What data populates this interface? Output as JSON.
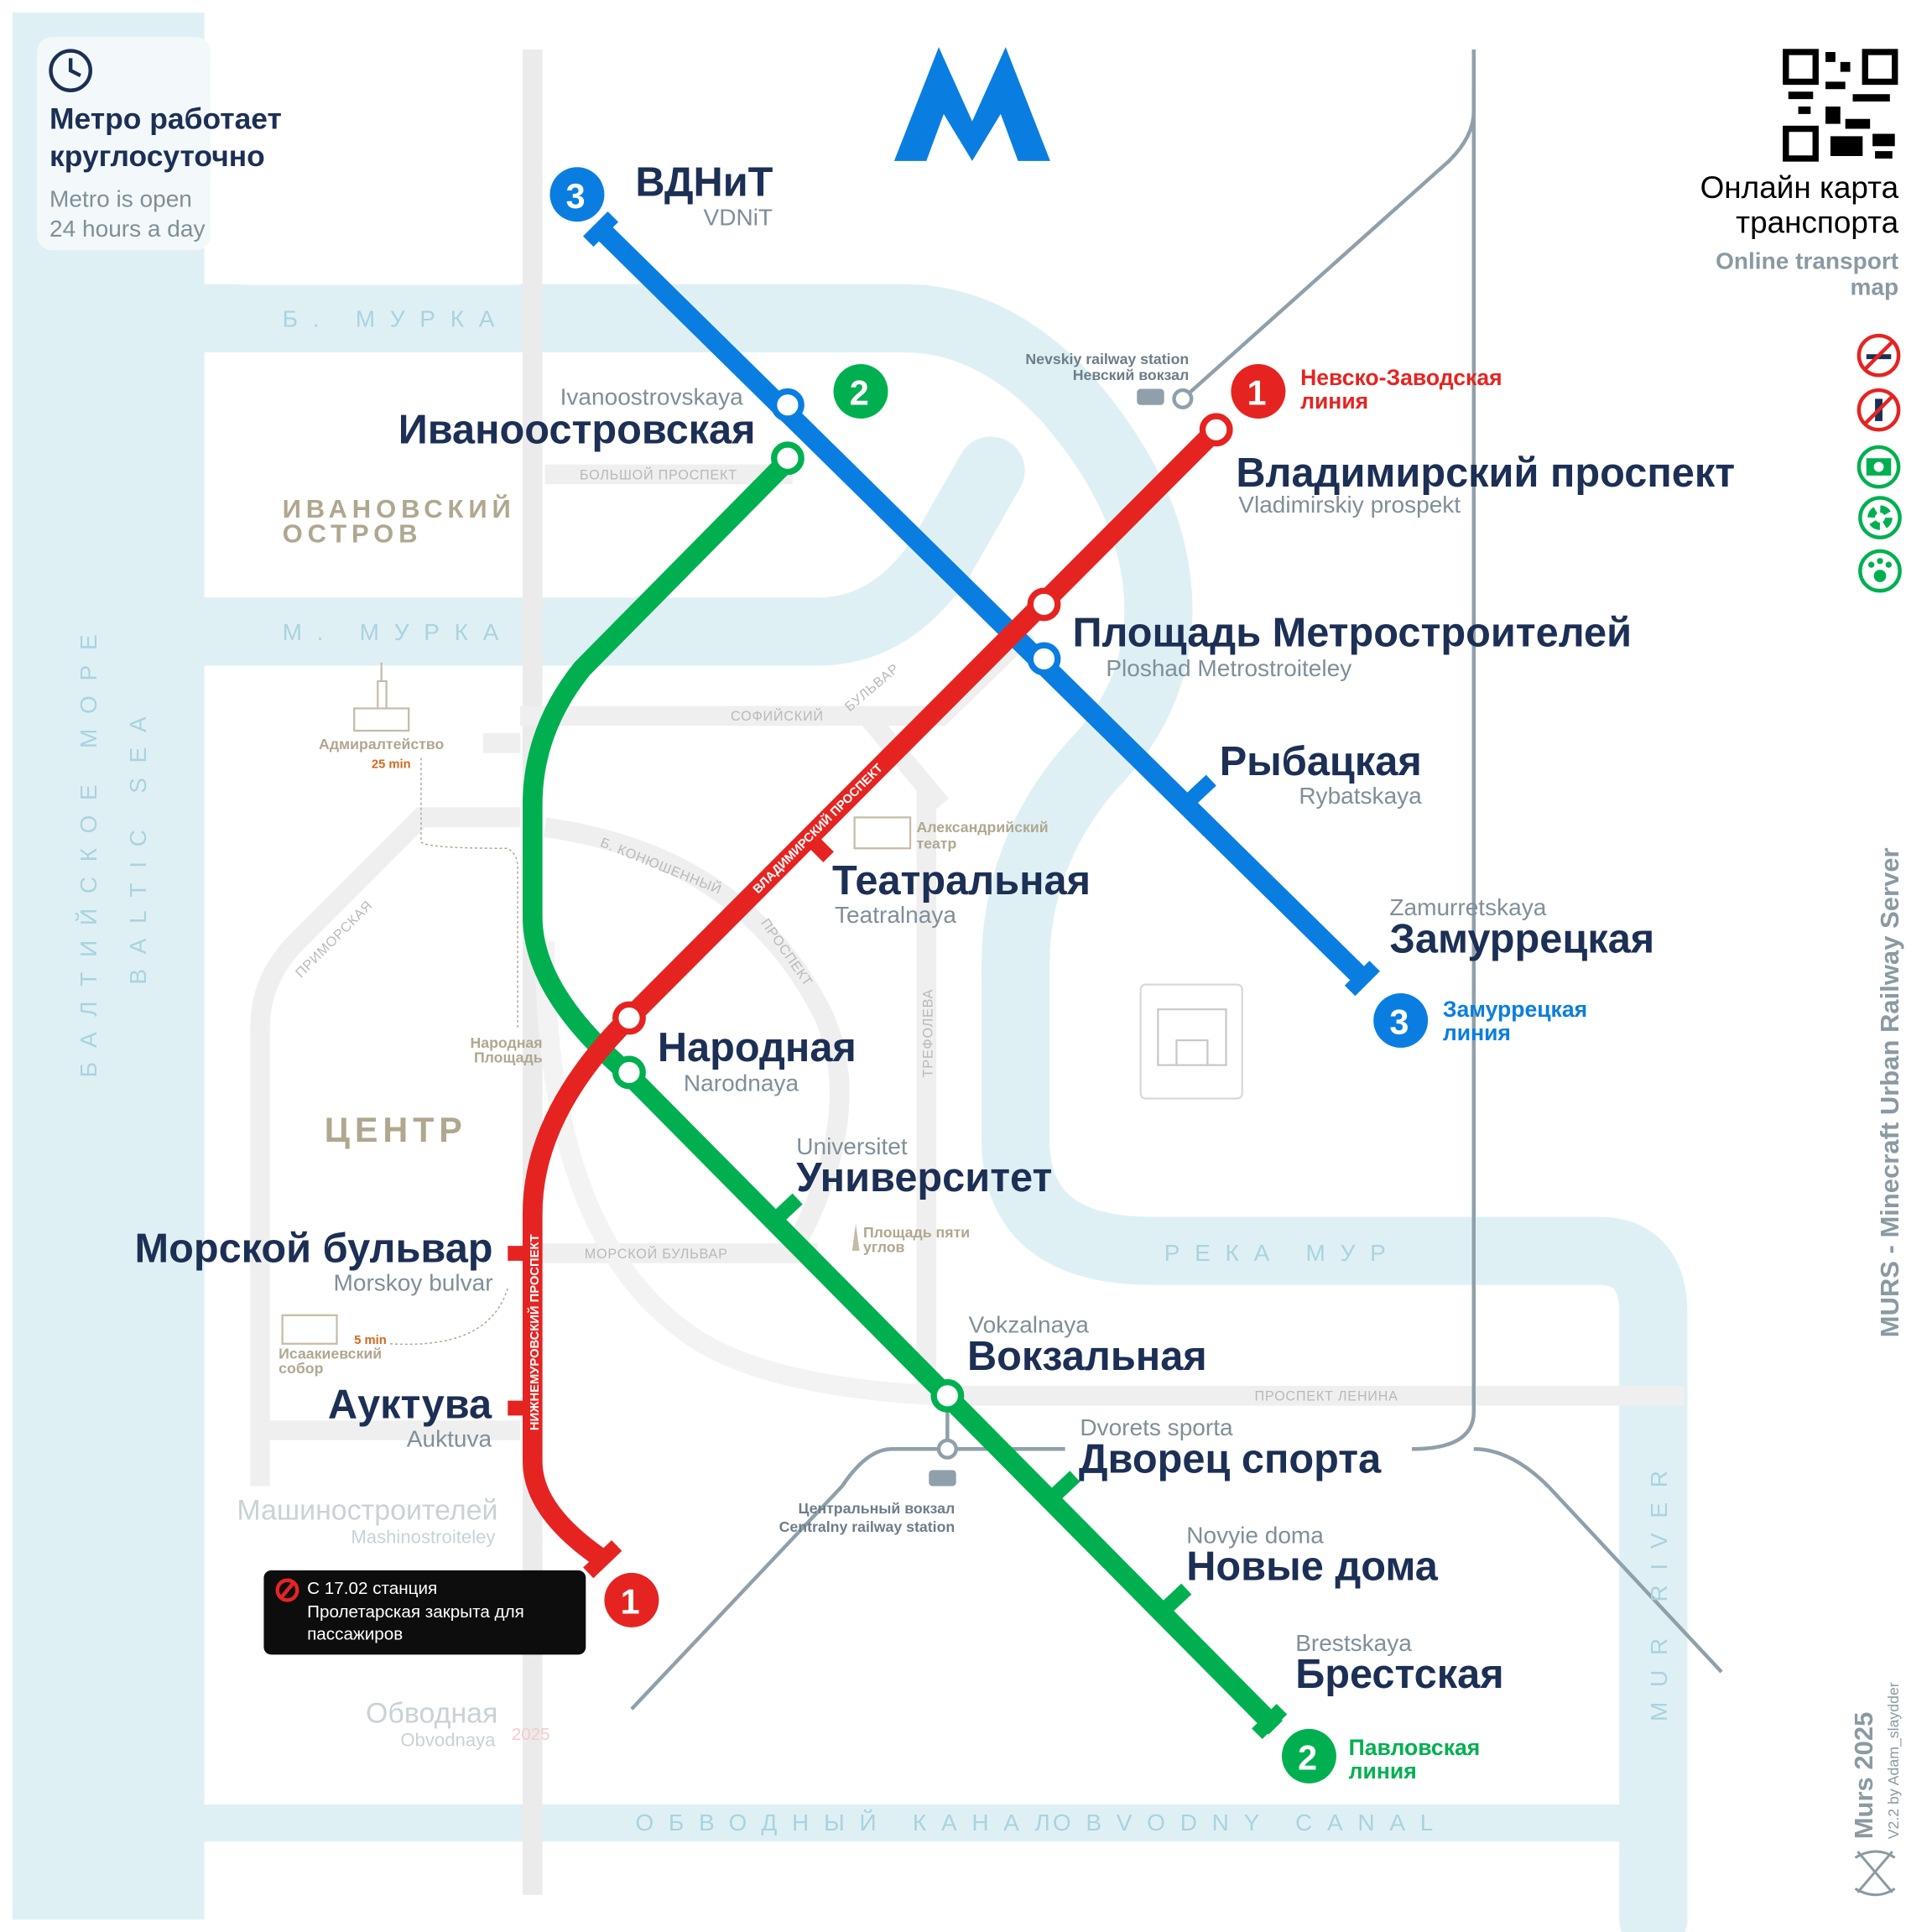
{
  "info": {
    "hours_ru": [
      "Метро работает",
      "круглосуточно"
    ],
    "hours_en": [
      "Metro is open",
      "24 hours a day"
    ]
  },
  "online_map": {
    "ru": [
      "Онлайн карта",
      "транспорта"
    ],
    "en": [
      "Online transport",
      "map"
    ]
  },
  "rules_icons": [
    "no-smoking-icon",
    "no-alcohol-icon",
    "photo-allowed-icon",
    "radiation-icon",
    "pets-allowed-icon"
  ],
  "colors": {
    "line1": "#e52421",
    "line2": "#00b050",
    "line3": "#0a7ee0",
    "water": "#dff0f5",
    "text": "#1c2f55"
  },
  "lines": [
    {
      "number": "1",
      "name": [
        "Невско-Заводская",
        "линия"
      ]
    },
    {
      "number": "2",
      "name": [
        "Павловская",
        "линия"
      ]
    },
    {
      "number": "3",
      "name": [
        "Замуррецкая",
        "линия"
      ]
    }
  ],
  "stations": {
    "vdnit": {
      "ru": "ВДНиТ",
      "en": "VDNiT"
    },
    "ivanoostrovskaya": {
      "ru": "Иваноостровская",
      "en": "Ivanoostrovskaya"
    },
    "vladimirskiy": {
      "ru": "Владимирский проспект",
      "en": "Vladimirskiy prospekt"
    },
    "metrostroiteley": {
      "ru": "Площадь Метростроителей",
      "en": "Ploshad Metrostroiteley"
    },
    "rybatskaya": {
      "ru": "Рыбацкая",
      "en": "Rybatskaya"
    },
    "teatralnaya": {
      "ru": "Театральная",
      "en": "Teatralnaya"
    },
    "zamurretskaya": {
      "ru": "Замуррецкая",
      "en": "Zamurretskaya"
    },
    "narodnaya": {
      "ru": "Народная",
      "en": "Narodnaya"
    },
    "universitet": {
      "ru": "Университет",
      "en": "Universitet"
    },
    "morskoy": {
      "ru": "Морской бульвар",
      "en": "Morskoy bulvar"
    },
    "vokzalnaya": {
      "ru": "Вокзальная",
      "en": "Vokzalnaya"
    },
    "dvorets": {
      "ru": "Дворец спорта",
      "en": "Dvorets sporta"
    },
    "auktuva": {
      "ru": "Ауктува",
      "en": "Auktuva"
    },
    "mashinostroiteley": {
      "ru": "Машиностроителей",
      "en": "Mashinostroiteley"
    },
    "novye_doma": {
      "ru": "Новые дома",
      "en": "Novyie doma"
    },
    "brestskaya": {
      "ru": "Брестская",
      "en": "Brestskaya"
    },
    "obvodnaya": {
      "ru": "Обводная",
      "en": "Obvodnaya",
      "year": "2025"
    }
  },
  "notice": [
    "С 17.02 станция",
    "Пролетарская закрыта для",
    "пассажиров"
  ],
  "streets": {
    "bolshoy": "БОЛЬШОЙ ПРОСПЕКТ",
    "sofiyskiy": "СОФИЙСКИЙ",
    "bulvar": "БУЛЬВАР",
    "vladimirskiy": "ВЛАДИМИРСКИЙ ПРОСПЕКТ",
    "konyushenny": "Б. КОНЮШЕННЫЙ",
    "prospekt": "ПРОСПЕКТ",
    "primorskaya": "ПРИМОРСКАЯ",
    "trefoleva": "ТРЕФОЛЕВА",
    "morskoy": "МОРСКОЙ БУЛЬВАР",
    "lenina": "ПРОСПЕКТ ЛЕНИНА",
    "nizhnemurovskiy": "НИЖНЕМУРОВСКИЙ ПРОСПЕКТ"
  },
  "districts": {
    "ivanovskiy": [
      "ИВАНОВСКИЙ",
      "ОСТРОВ"
    ],
    "centr": "ЦЕНТР"
  },
  "water": {
    "b_murka": "Б. МУРКА",
    "m_murka": "М. МУРКА",
    "reka_mur": "РЕКА МУР",
    "obvodny_ru": "ОБВОДНЫЙ КАНАЛ",
    "obvodny_en": "OBVODNY CANAL",
    "baltic_ru": "БАЛТИЙСКОЕ МОРЕ",
    "baltic_en": "BALTIC SEA",
    "mur_river": "MUR RIVER"
  },
  "landmarks": {
    "admiralteystvo": {
      "name": "Адмиралтейство",
      "walk": "25 min"
    },
    "teatr": [
      "Александрийский",
      "театр"
    ],
    "narodnaya_ploshad": [
      "Народная",
      "Площадь"
    ],
    "pyat_uglov": [
      "Площадь пяти",
      "углов"
    ],
    "isaakievskiy": {
      "name": [
        "Исаакиевский",
        "собор"
      ],
      "walk": "5 min"
    }
  },
  "railway": {
    "nevskiy_en": "Nevskiy railway station",
    "nevskiy_ru": "Невский вокзал",
    "central_ru": "Центральный вокзал",
    "central_en": "Centralny railway station"
  },
  "credits": {
    "server": "MURS - Minecraft Urban Railway Server",
    "year": "Murs 2025",
    "version": "V2.2 by Adam_slaydder"
  }
}
